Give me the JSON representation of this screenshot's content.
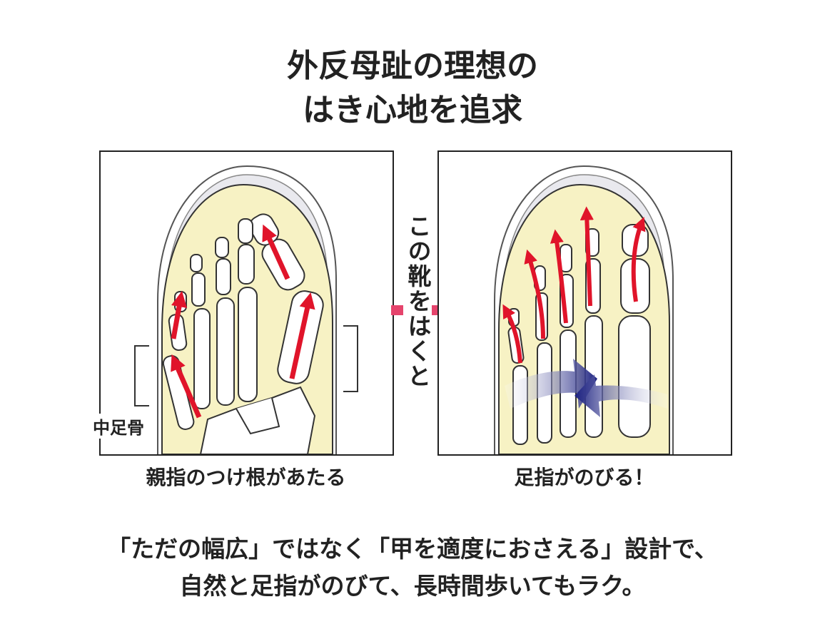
{
  "title": {
    "line1": "外反母趾の理想の",
    "line2": "はき心地を追求"
  },
  "left_panel": {
    "caption": "親指のつけ根があたる",
    "bone_label": "中足骨"
  },
  "right_panel": {
    "caption": "足指がのびる！"
  },
  "middle_label": "この靴をはくと",
  "bottom_text": {
    "line1": "「ただの幅広」ではなく「甲を適度におさえる」設計で、",
    "line2": "自然と足指がのびて、長時間歩いてもラク。"
  },
  "colors": {
    "insole": "#f7f2c4",
    "arrow_red": "#e0142a",
    "arrow_pink": "#e5446c",
    "arrow_navy": "#1b2080",
    "outline": "#222222"
  }
}
